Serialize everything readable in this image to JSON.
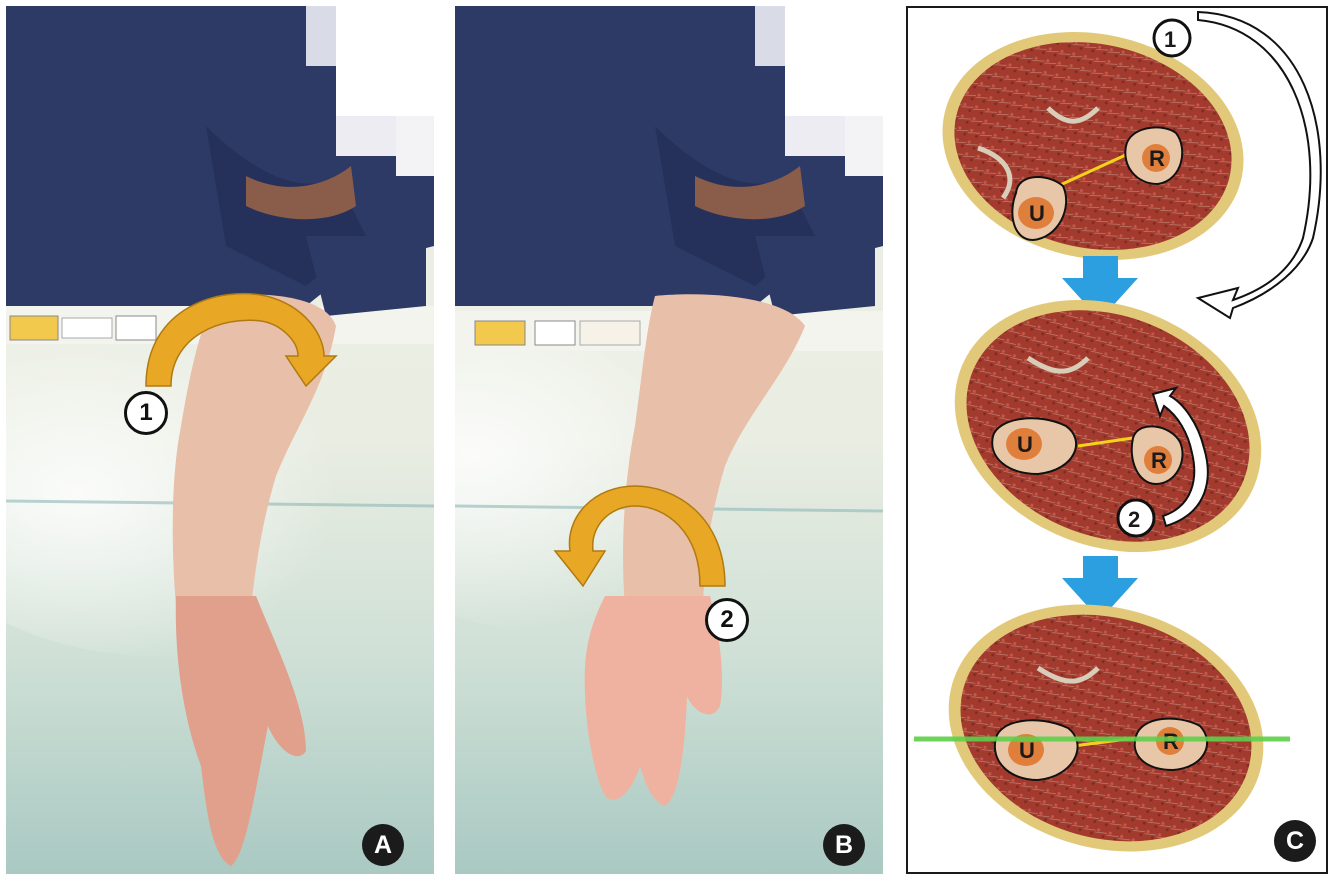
{
  "panels": [
    {
      "label": "A",
      "step": "①",
      "step_text": "1"
    },
    {
      "label": "B",
      "step": "②",
      "step_text": "2"
    },
    {
      "label": "C"
    }
  ],
  "sections": {
    "top": {
      "ulna": "U",
      "radius": "R",
      "step": "1"
    },
    "middle": {
      "ulna": "U",
      "radius": "R",
      "step": "2"
    },
    "bottom": {
      "ulna": "U",
      "radius": "R"
    }
  },
  "colors": {
    "rotation_arrow": "#e8a825",
    "flow_arrow": "#2b9fe0",
    "reference_line": "#5fcf4a",
    "interosseous_line": "#f5d21a",
    "scrub_top": "#2a3560",
    "table": "#c8d8cf"
  },
  "icons": [
    "rotation-arrow-icon",
    "down-arrow-icon",
    "curved-arrow-icon"
  ]
}
